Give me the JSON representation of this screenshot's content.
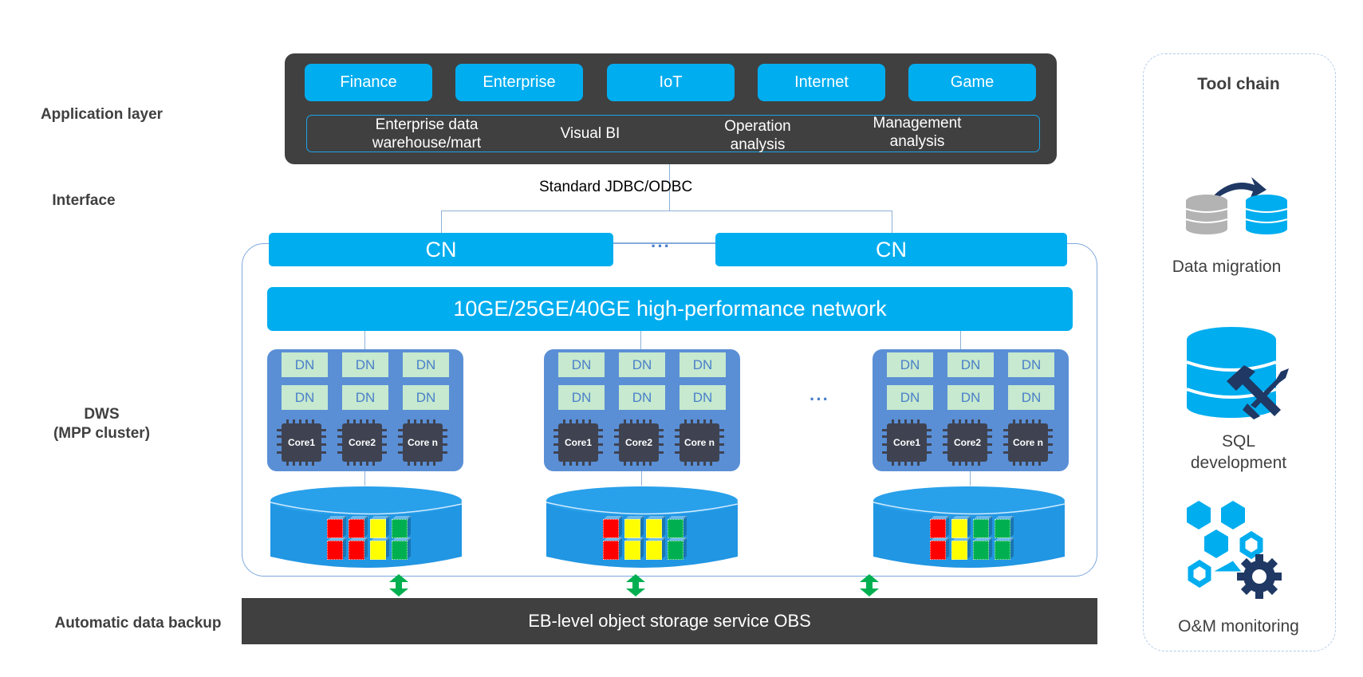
{
  "layers": {
    "application": "Application layer",
    "interface": "Interface",
    "dws_line1": "DWS",
    "dws_line2": "(MPP cluster)",
    "backup": "Automatic data backup"
  },
  "application_layer": {
    "industries": [
      "Finance",
      "Enterprise",
      "IoT",
      "Internet",
      "Game"
    ],
    "uses": [
      {
        "line1": "Enterprise data",
        "line2": "warehouse/mart"
      },
      {
        "line1": "Visual BI",
        "line2": ""
      },
      {
        "line1": "Operation",
        "line2": "analysis"
      },
      {
        "line1": "Management",
        "line2": "analysis"
      }
    ]
  },
  "interface": {
    "label": "Standard JDBC/ODBC"
  },
  "cluster": {
    "cn_label": "CN",
    "ellipsis": "···",
    "network_label": "10GE/25GE/40GE high-performance network",
    "dn_label": "DN",
    "cores": [
      "Core1",
      "Core2",
      "Core n"
    ],
    "node_ellipsis": "···",
    "storage_cubes": [
      [
        "red",
        "red",
        "yellow",
        "green",
        "red",
        "red",
        "yellow",
        "green"
      ],
      [
        "red",
        "yellow",
        "yellow",
        "green",
        "red",
        "yellow",
        "yellow",
        "green"
      ],
      [
        "red",
        "yellow",
        "green",
        "green",
        "red",
        "yellow",
        "green",
        "green"
      ]
    ]
  },
  "backup": {
    "obs_label": "EB-level object storage service OBS"
  },
  "toolchain": {
    "title": "Tool chain",
    "items": [
      {
        "icon": "data-migration-icon",
        "line1": "Data migration",
        "line2": ""
      },
      {
        "icon": "sql-development-icon",
        "line1": "SQL",
        "line2": "development"
      },
      {
        "icon": "om-monitoring-icon",
        "line1": "O&M monitoring",
        "line2": ""
      }
    ]
  },
  "colors": {
    "accent_blue": "#00adef",
    "node_blue": "#5a8fd6",
    "dark_panel": "#404040",
    "dn_green": "#c6e9cf",
    "cube_red": "#ff0000",
    "cube_yellow": "#ffff00",
    "cube_green": "#00b050",
    "arrow_green": "#00b050",
    "icon_navy": "#1f3864"
  }
}
